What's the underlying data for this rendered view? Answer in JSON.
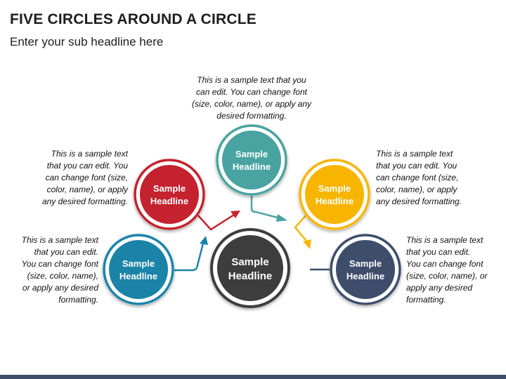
{
  "header": {
    "title": "FIVE CIRCLES AROUND A CIRCLE",
    "subtitle": "Enter your sub headline here"
  },
  "colors": {
    "center": "#3c3c3c",
    "blue": "#1a83a8",
    "red": "#c3232e",
    "teal": "#4aa3a0",
    "yellow": "#f7b500",
    "navy": "#3d4d6a",
    "bottom_bar": "#3d4d6a"
  },
  "circles": {
    "center": {
      "line1": "Sample",
      "line2": "Headline"
    },
    "blue": {
      "line1": "Sample",
      "line2": "Headline"
    },
    "red": {
      "line1": "Sample",
      "line2": "Headline"
    },
    "teal": {
      "line1": "Sample",
      "line2": "Headline"
    },
    "yellow": {
      "line1": "Sample",
      "line2": "Headline"
    },
    "navy": {
      "line1": "Sample",
      "line2": "Headline"
    }
  },
  "notes": {
    "top": [
      "This is a sample text that you",
      "can edit. You can change font",
      "(size, color, name), or apply any",
      "desired formatting."
    ],
    "upper_left": [
      "This is a sample text",
      "that you can edit. You",
      "can change font (size,",
      "color, name), or apply",
      "any desired formatting."
    ],
    "lower_left": [
      "This is a sample text",
      "that you can edit.",
      "You can change font",
      "(size, color, name),",
      "or apply any desired",
      "formatting."
    ],
    "upper_right": [
      "This is a sample text",
      "that you can edit. You",
      "can change font (size,",
      "color, name), or apply",
      "any desired formatting."
    ],
    "lower_right": [
      "This is a sample text",
      "that you can edit.",
      "You can change font",
      "(size, color, name), or",
      "apply any desired",
      "formatting."
    ]
  }
}
